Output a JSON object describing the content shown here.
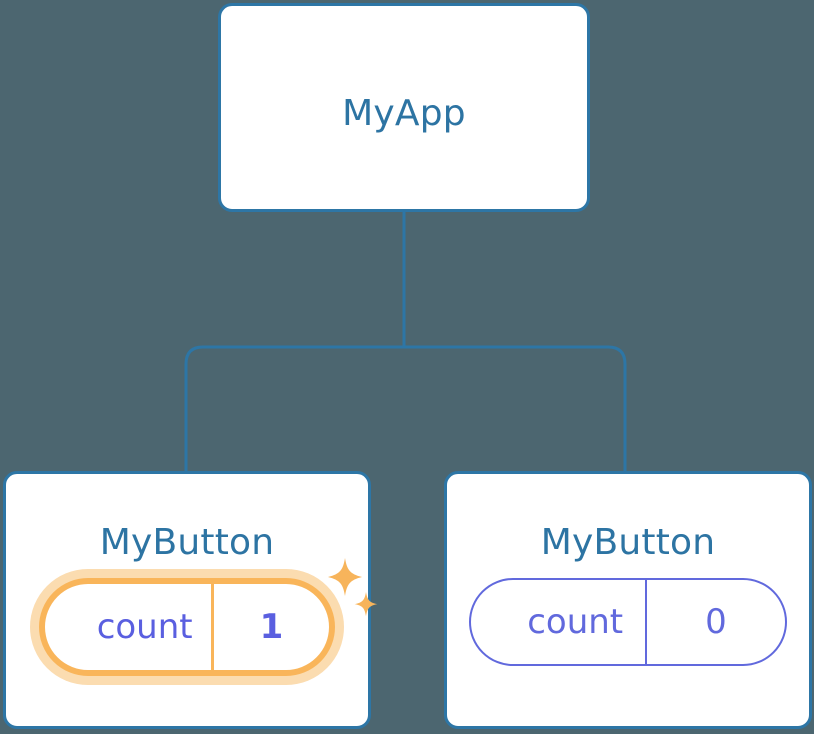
{
  "theme": {
    "background": "#4c6670",
    "node_border": "#2d76a6",
    "node_fill": "#ffffff",
    "title_text": "#2d74a3",
    "state_accent": "#6169dd",
    "highlight_accent": "#f9b55a",
    "highlight_glow": "#fbdcb0",
    "sparkle": "#f7b45b"
  },
  "tree": {
    "root": {
      "title": "MyApp"
    },
    "children": [
      {
        "title": "MyButton",
        "state": {
          "key": "count",
          "value": "1"
        },
        "highlighted": true,
        "sparkle_large": "sparkle-icon",
        "sparkle_small": "sparkle-icon"
      },
      {
        "title": "MyButton",
        "state": {
          "key": "count",
          "value": "0"
        },
        "highlighted": false
      }
    ]
  }
}
